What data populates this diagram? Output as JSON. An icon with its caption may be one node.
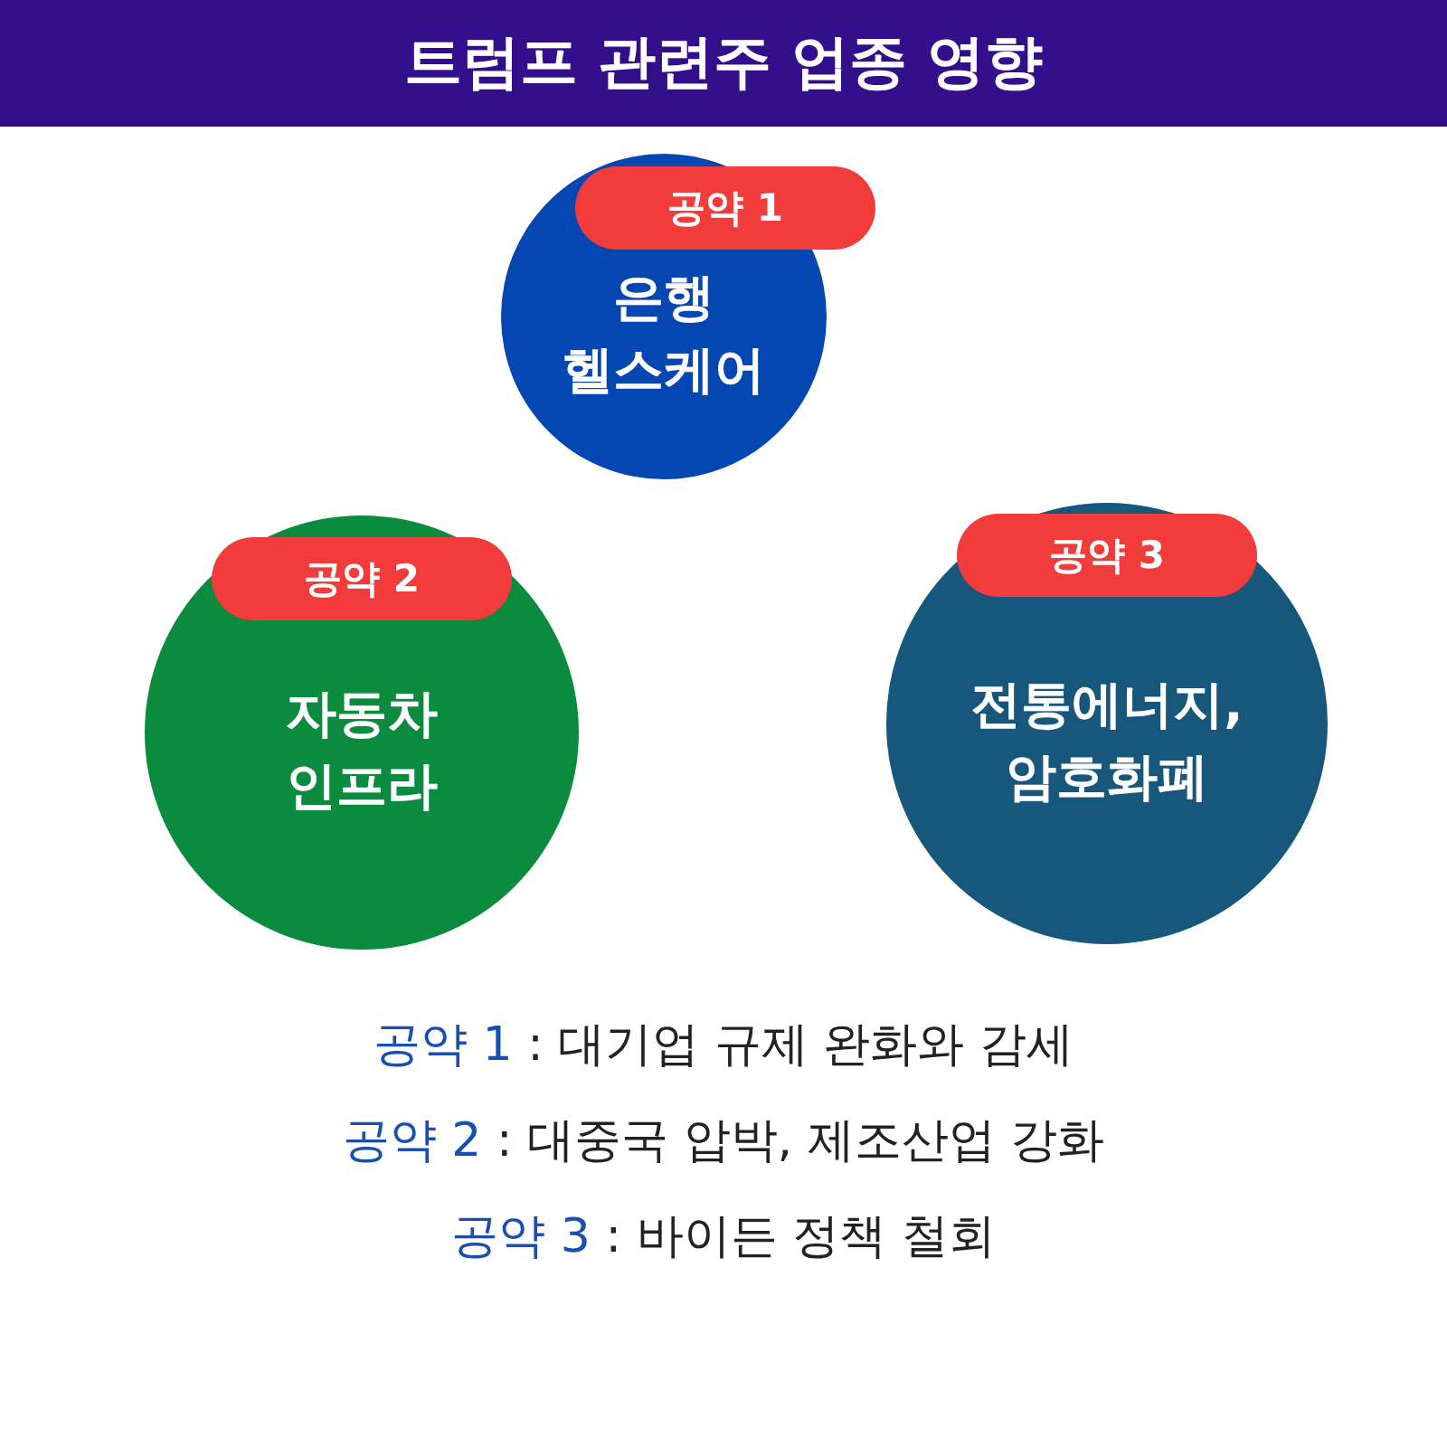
{
  "diagram": {
    "title": "트럼프 관련주 업종 영향",
    "nodes": [
      {
        "text": [
          "공약 1"
        ]
      },
      {
        "text": [
          "은행 헬스케어"
        ]
      },
      {
        "text": [
          "자동차 인프라"
        ]
      },
      {
        "text": [
          "공약 2"
        ],
        "in": 2
      },
      {
        "text": [
          "전통에너지, 암호화폐"
        ]
      },
      {
        "text": [
          "공약 3"
        ],
        "in": 4
      }
    ],
    "labels": [
      "공약 1",
      ": 대기업 규제 완화와 감세",
      "공약 2",
      ": 대중국 압박, 제조산업 강화",
      "공약 3",
      ": 바이든 정책 철회"
    ]
  }
}
